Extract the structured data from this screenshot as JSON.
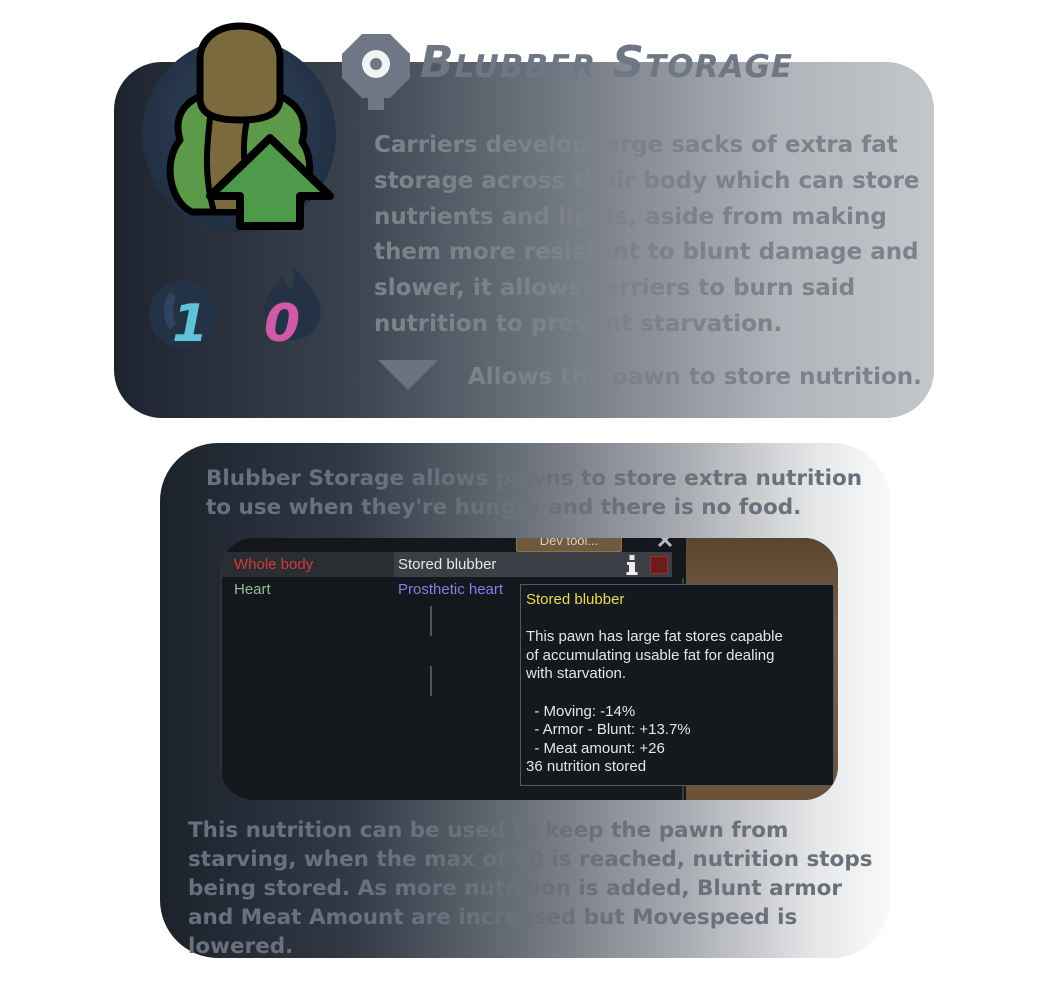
{
  "ability": {
    "title": "Blubber Storage",
    "description": "Carriers develop large sacks of extra fat storage across their body which can store nutrients and lipids, aside from making them more resistant to blunt damage and slower, it allows carriers to burn said nutrition to prevent starvation.",
    "effect": "Allows the pawn to store nutrition.",
    "stat_left": "1",
    "stat_right": "0",
    "colors": {
      "stat_left": "#5fc2d6",
      "stat_right": "#d05aa5",
      "avatar_body": "#5c9a4a",
      "avatar_head": "#7a6a3e",
      "arrow": "#4d9a4a"
    },
    "icons": {
      "avatar": "pawn-upgrade-icon",
      "category": "gene-category-icon",
      "stat_left": "complexity-icon",
      "stat_right": "metabolism-icon",
      "effect": "triangle-down-icon"
    }
  },
  "explanation": {
    "intro": "Blubber Storage allows pawns to store extra nutrition to use when they're hungry and there is no food.",
    "outro": "This nutrition can be used to keep the pawn from starving, when the max of 40 is reached, nutrition stops being stored. As more nutrition is added, Blunt armor and Meat Amount are increased but Movespeed is lowered."
  },
  "game": {
    "partial_button": "Dev tool...",
    "health_rows": [
      {
        "part": "Whole body",
        "part_color": "#d53a3a",
        "hediff": "Stored blubber",
        "hediff_color": "#e6e6e6"
      },
      {
        "part": "Heart",
        "part_color": "#8fbf8f",
        "hediff": "Prosthetic heart",
        "hediff_color": "#8080ee"
      }
    ],
    "tooltip": {
      "title": "Stored blubber",
      "description": [
        "This pawn has large fat stores capable",
        "of accumulating usable fat for dealing",
        "with starvation."
      ],
      "stats": [
        "  - Moving: -14%",
        "  - Armor - Blunt: +13.7%",
        "  - Meat amount: +26"
      ],
      "footer": "36 nutrition stored"
    }
  }
}
